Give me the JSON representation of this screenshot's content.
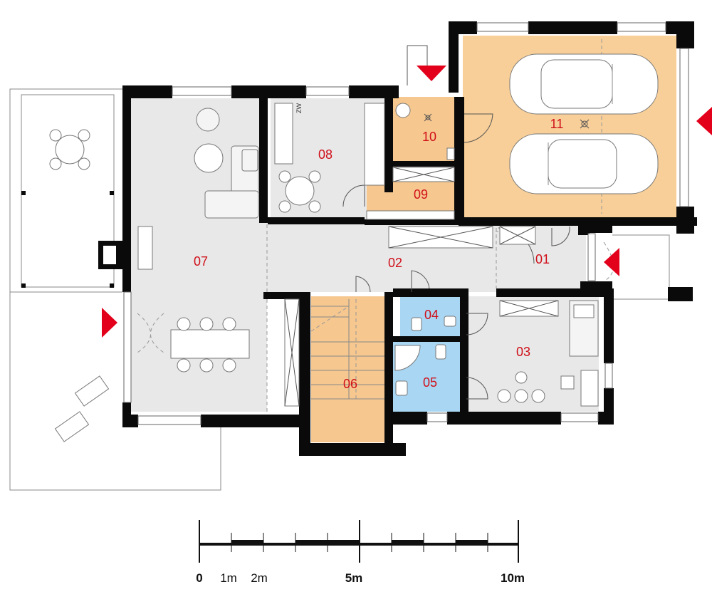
{
  "rooms": [
    {
      "id": "07",
      "label": "07",
      "fill": "#e8e8e8"
    },
    {
      "id": "08",
      "label": "08",
      "fill": "#e8e8e8"
    },
    {
      "id": "02",
      "label": "02",
      "fill": "#e8e8e8"
    },
    {
      "id": "01",
      "label": "01",
      "fill": "#e8e8e8"
    },
    {
      "id": "03",
      "label": "03",
      "fill": "#e8e8e8"
    },
    {
      "id": "04",
      "label": "04",
      "fill": "#a9d6f2"
    },
    {
      "id": "05",
      "label": "05",
      "fill": "#a9d6f2"
    },
    {
      "id": "06",
      "label": "06",
      "fill": "#f6c78f"
    },
    {
      "id": "09",
      "label": "09",
      "fill": "#f6c78f"
    },
    {
      "id": "10",
      "label": "10",
      "fill": "#f6c78f"
    },
    {
      "id": "11",
      "label": "11",
      "fill": "#f8cf98"
    }
  ],
  "scale_bar": {
    "labels": [
      "0",
      "1m",
      "2m",
      "5m",
      "10m"
    ]
  },
  "fixture_label": "ZW",
  "colors": {
    "wall": "#0a0a0a",
    "entrance_arrow": "#e3001b",
    "room_label": "#d0101a",
    "grey_floor": "#e8e8e8",
    "wet_floor": "#a9d6f2",
    "orange_floor": "#f6c78f"
  },
  "icons": [
    "entrance-arrow-icon",
    "car-icon",
    "dining-set-icon",
    "sofa-icon",
    "bed-icon",
    "stairs-icon"
  ]
}
